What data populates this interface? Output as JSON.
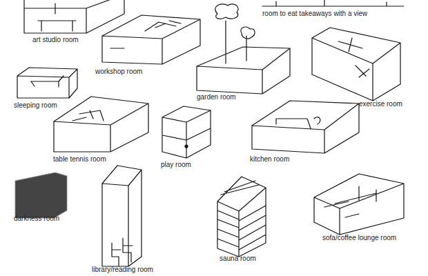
{
  "diagram": {
    "labels": [
      "room to eat takeaways with a view",
      "art studio room",
      "workshop room",
      "garden room",
      "sleeping room",
      "exercise room",
      "table tennis room",
      "play room",
      "kitchen room",
      "darkness room",
      "sofa/coffee lounge room",
      "sauna room",
      "library/reading room"
    ]
  }
}
